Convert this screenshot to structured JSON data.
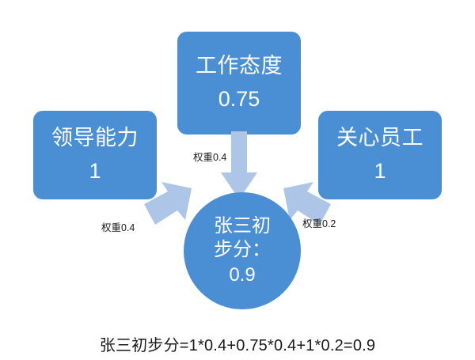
{
  "diagram": {
    "colors": {
      "node_fill": "#4a8fd4",
      "arrow_fill": "#adc5e7",
      "node_text": "#ffffff",
      "label_text": "#1a1a1a",
      "background": "#ffffff"
    },
    "nodes": [
      {
        "id": "leadership",
        "title": "领导能力",
        "value": "1"
      },
      {
        "id": "attitude",
        "title": "工作态度",
        "value": "0.75"
      },
      {
        "id": "care",
        "title": "关心员工",
        "value": "1"
      }
    ],
    "result": {
      "line1": "张三初",
      "line2": "步分：",
      "value": "0.9"
    },
    "edges": [
      {
        "id": "leadership",
        "weight_label": "权重0.4",
        "direction": "down-right"
      },
      {
        "id": "attitude",
        "weight_label": "权重0.4",
        "direction": "down"
      },
      {
        "id": "care",
        "weight_label": "权重0.2",
        "direction": "down-left"
      }
    ],
    "caption": "张三初步分=1*0.4+0.75*0.4+1*0.2=0.9"
  }
}
